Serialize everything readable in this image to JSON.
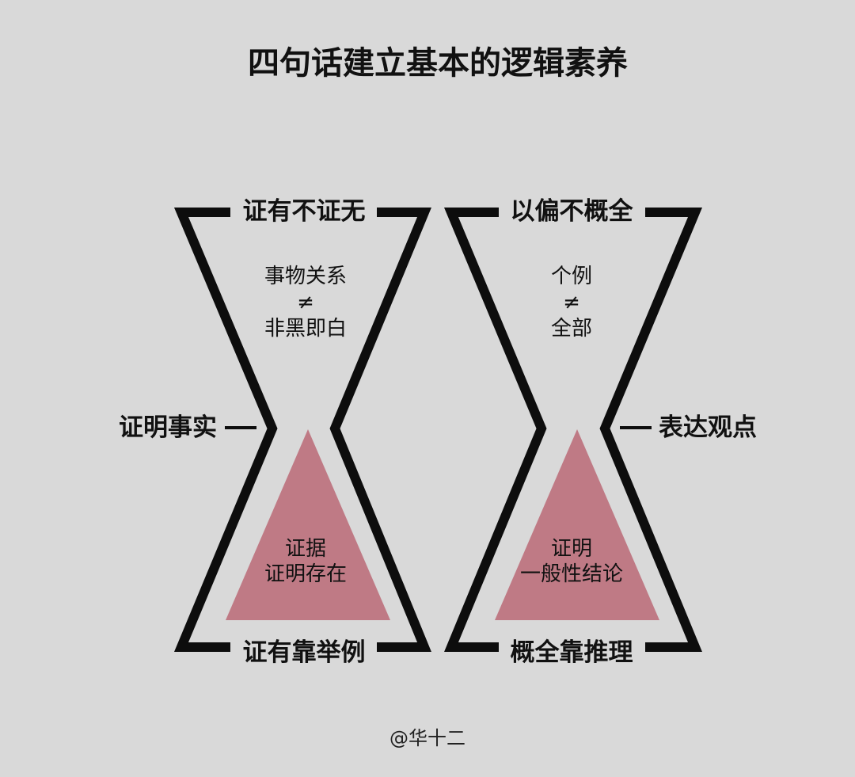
{
  "title": "四句话建立基本的逻辑素养",
  "left": {
    "top_label": "证有不证无",
    "upper_lines": [
      "事物关系",
      "≠",
      "非黑即白"
    ],
    "side_label": "证明事实",
    "triangle_lines": [
      "证据",
      "证明存在"
    ],
    "bottom_label": "证有靠举例"
  },
  "right": {
    "top_label": "以偏不概全",
    "upper_lines": [
      "个例",
      "≠",
      "全部"
    ],
    "side_label": "表达观点",
    "triangle_lines": [
      "证明",
      "一般性结论"
    ],
    "bottom_label": "概全靠推理"
  },
  "credit": "@华十二",
  "colors": {
    "background": "#d9d9d9",
    "outline": "#0d0d0d",
    "triangle": "#bf7a85",
    "text": "#111111"
  }
}
